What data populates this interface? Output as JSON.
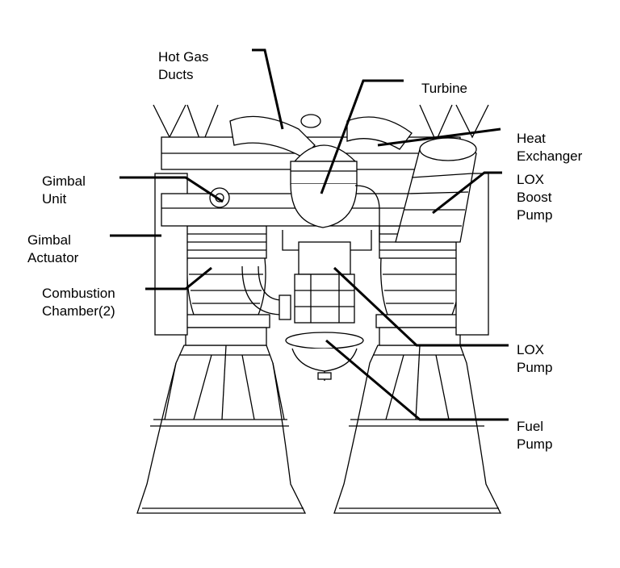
{
  "diagram": {
    "labels": {
      "hot_gas_ducts": [
        "Hot Gas",
        "Ducts"
      ],
      "turbine": [
        "Turbine"
      ],
      "heat_exchanger": [
        "Heat",
        "Exchanger"
      ],
      "gimbal_unit": [
        "Gimbal",
        "Unit"
      ],
      "lox_boost_pump": [
        "LOX",
        "Boost",
        "Pump"
      ],
      "gimbal_actuator": [
        "Gimbal",
        "Actuator"
      ],
      "combustion_chamber": [
        "Combustion",
        "Chamber(2)"
      ],
      "lox_pump": [
        "LOX",
        "Pump"
      ],
      "fuel_pump": [
        "Fuel",
        "Pump"
      ]
    },
    "colors": {
      "ink": "#000000",
      "paper": "#ffffff",
      "shade": "#d9d9d9"
    }
  }
}
